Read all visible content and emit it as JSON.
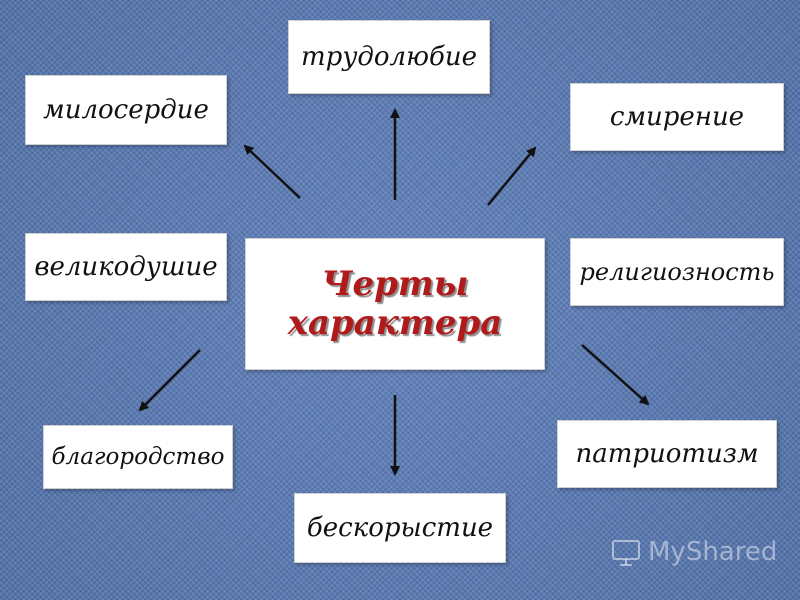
{
  "center": {
    "line1": "Черты",
    "line2": "характера"
  },
  "traits": {
    "top": "трудолюбие",
    "top_left": "милосердие",
    "top_right": "смирение",
    "left": "великодушие",
    "right": "религиозность",
    "bottom_left": "благородство",
    "bottom_right": "патриотизм",
    "bottom": "бескорыстие"
  },
  "watermark": {
    "text": "MyShared"
  },
  "colors": {
    "background": "#5a7ab5",
    "center_title": "#b01a1a",
    "box": "#ffffff"
  }
}
